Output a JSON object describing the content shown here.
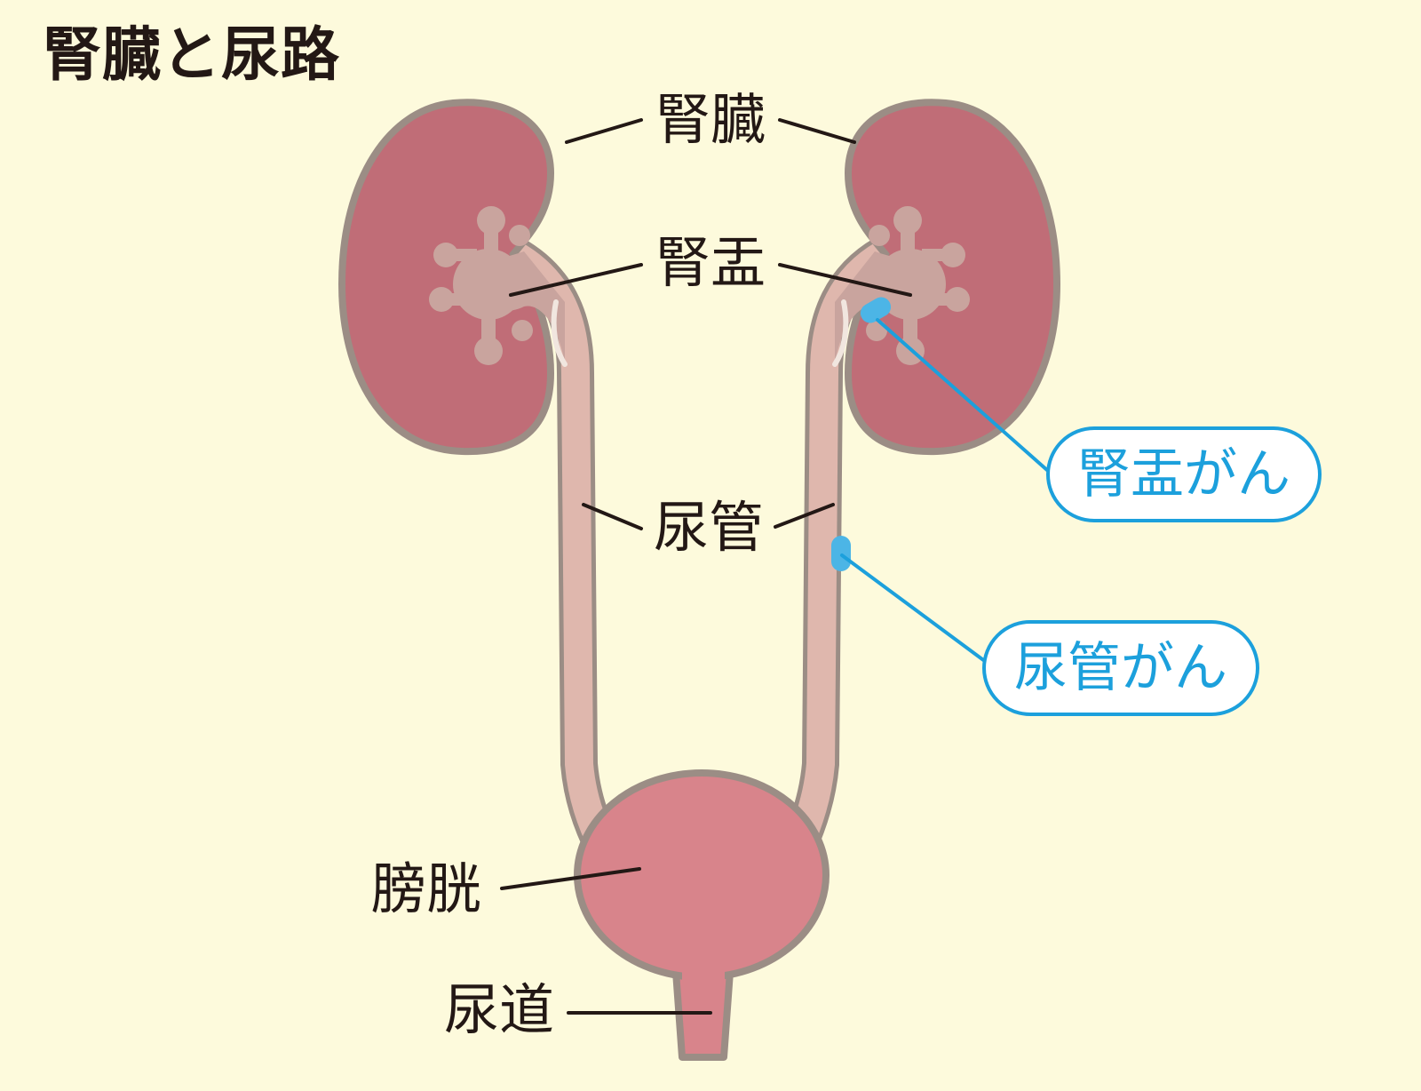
{
  "title": "腎臓と尿路",
  "labels": {
    "kidney": "腎臓",
    "renal_pelvis": "腎盂",
    "ureter": "尿管",
    "bladder": "膀胱",
    "urethra": "尿道"
  },
  "callouts": {
    "renal_pelvis_cancer": "腎盂がん",
    "ureter_cancer": "尿管がん"
  },
  "colors": {
    "background": "#fdfadc",
    "kidney": "#c06d77",
    "pelvis": "#c9a49e",
    "bladder": "#d8848b",
    "ureter": "#dfb7ad",
    "outline": "#9b8d85",
    "tumor": "#4cb5e6",
    "callout": "#1ca0dc"
  }
}
